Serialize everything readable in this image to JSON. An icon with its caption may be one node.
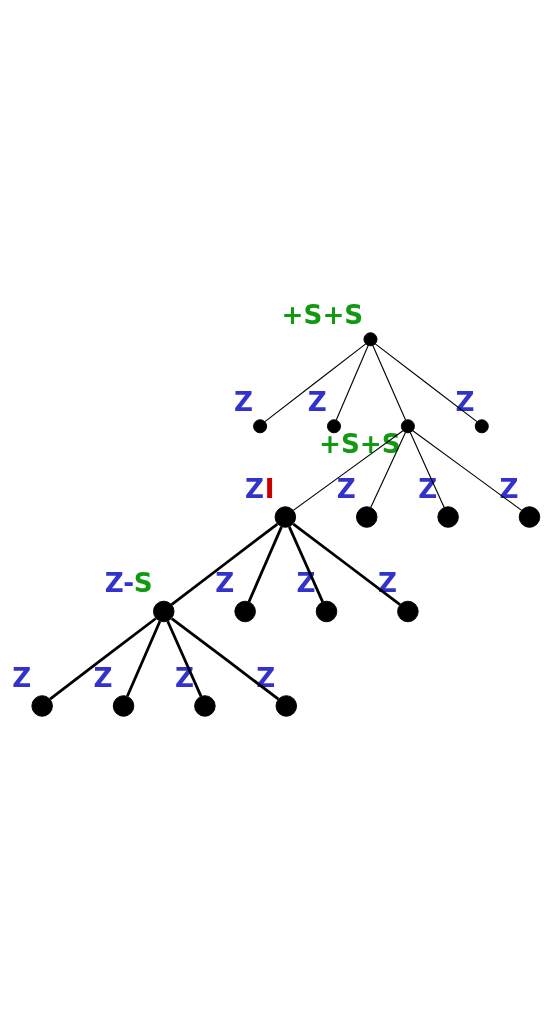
{
  "diagram": {
    "nodes": [
      {
        "text": [],
        "shape": "circle",
        "beside": [
          "+S+S"
        ]
      },
      {
        "text": [],
        "shape": "circle",
        "beside": [
          "Z"
        ]
      },
      {
        "text": [],
        "shape": "circle",
        "beside": [
          "Z"
        ]
      },
      {
        "text": [],
        "shape": "circle",
        "beside": [
          "+S+S"
        ]
      },
      {
        "text": [],
        "shape": "circle",
        "beside": [
          "Z"
        ]
      },
      {
        "text": [],
        "shape": "circle",
        "beside": [
          "ZI"
        ]
      },
      {
        "text": [],
        "shape": "circle",
        "beside": [
          "Z"
        ]
      },
      {
        "text": [],
        "shape": "circle",
        "beside": [
          "Z"
        ]
      },
      {
        "text": [],
        "shape": "circle",
        "beside": [
          "Z"
        ]
      },
      {
        "text": [],
        "shape": "circle",
        "beside": [
          "Z-S"
        ]
      },
      {
        "text": [],
        "shape": "circle",
        "beside": [
          "Z"
        ]
      },
      {
        "text": [],
        "shape": "circle",
        "beside": [
          "Z"
        ]
      },
      {
        "text": [],
        "shape": "circle",
        "beside": [
          "Z"
        ]
      },
      {
        "text": [],
        "shape": "circle",
        "beside": [
          "Z"
        ]
      },
      {
        "text": [],
        "shape": "circle",
        "beside": [
          "Z"
        ]
      },
      {
        "text": [],
        "shape": "circle",
        "beside": [
          "Z"
        ]
      },
      {
        "text": [],
        "shape": "circle",
        "beside": [
          "Z"
        ]
      }
    ],
    "edges": [
      {
        "from": 0,
        "to": 1,
        "arrow": "none"
      },
      {
        "from": 0,
        "to": 2,
        "arrow": "none"
      },
      {
        "from": 0,
        "to": 3,
        "arrow": "none"
      },
      {
        "from": 0,
        "to": 4,
        "arrow": "none"
      },
      {
        "from": 3,
        "to": 5,
        "arrow": "none"
      },
      {
        "from": 3,
        "to": 6,
        "arrow": "none"
      },
      {
        "from": 3,
        "to": 7,
        "arrow": "none"
      },
      {
        "from": 3,
        "to": 8,
        "arrow": "none"
      },
      {
        "from": 5,
        "to": 9,
        "arrow": "none",
        "style": "thick"
      },
      {
        "from": 5,
        "to": 10,
        "arrow": "none",
        "style": "thick"
      },
      {
        "from": 5,
        "to": 11,
        "arrow": "none",
        "style": "thick"
      },
      {
        "from": 5,
        "to": 12,
        "arrow": "none",
        "style": "thick"
      },
      {
        "from": 9,
        "to": 13,
        "arrow": "none",
        "style": "thick"
      },
      {
        "from": 9,
        "to": 14,
        "arrow": "none",
        "style": "thick"
      },
      {
        "from": 9,
        "to": 15,
        "arrow": "none",
        "style": "thick"
      },
      {
        "from": 9,
        "to": 16,
        "arrow": "none",
        "style": "thick"
      }
    ]
  }
}
